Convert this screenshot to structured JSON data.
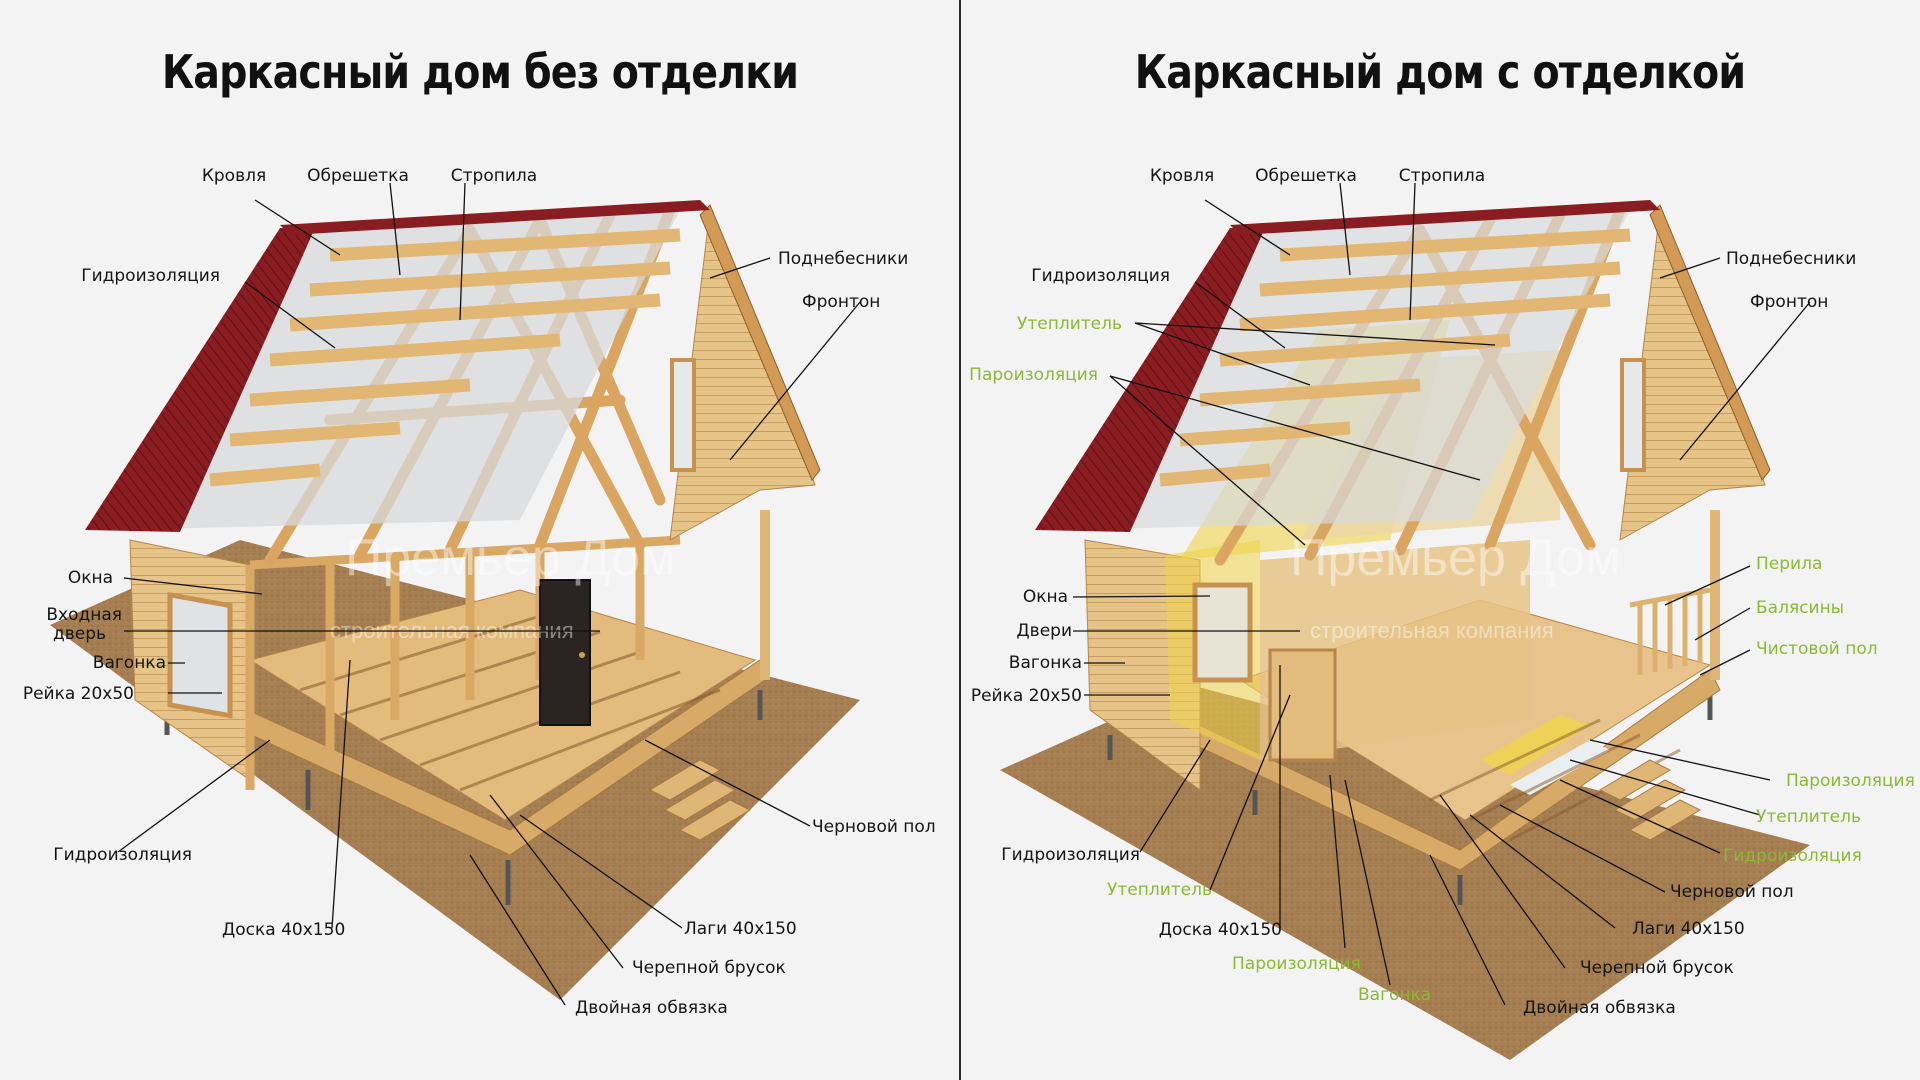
{
  "titles": {
    "left": "Каркасный дом без отделки",
    "right": "Каркасный дом с отделкой"
  },
  "watermark": {
    "brand": "Премьер Дом",
    "tagline": "строительная компания"
  },
  "left_labels": {
    "krovlya": "Кровля",
    "obreshetka": "Обрешетка",
    "stropila": "Стропила",
    "podnebesniki": "Поднебесники",
    "gidroizolyaciya_roof": "Гидроизоляция",
    "fronton": "Фронтон",
    "okna": "Окна",
    "vhodnaya_dver_1": "Входная",
    "vhodnaya_dver_2": "дверь",
    "vagonka": "Вагонка",
    "reyka": "Рейка 20x50",
    "gidroizolyaciya_base": "Гидроизоляция",
    "chernovoy_pol": "Черновой пол",
    "doska": "Доска 40x150",
    "lagi": "Лаги 40x150",
    "cherepnoy_brusok": "Черепной брусок",
    "dvoynaya_obvyazka": "Двойная обвязка"
  },
  "right_labels": {
    "krovlya": "Кровля",
    "obreshetka": "Обрешетка",
    "stropila": "Стропила",
    "podnebesniki": "Поднебесники",
    "gidroizolyaciya_roof": "Гидроизоляция",
    "fronton": "Фронтон",
    "uteplitel_roof": "Утеплитель",
    "paroizolyaciya_roof": "Пароизоляция",
    "okna": "Окна",
    "dveri": "Двери",
    "vagonka": "Вагонка",
    "reyka": "Рейка 20x50",
    "perila": "Перила",
    "balyasiny": "Балясины",
    "chistovoy_pol": "Чистовой пол",
    "paroizolyaciya_floor": "Пароизоляция",
    "uteplitel_floor": "Утеплитель",
    "gidroizolyaciya_floor": "Гидроизоляция",
    "gidroizolyaciya_base": "Гидроизоляция",
    "chernovoy_pol": "Черновой пол",
    "uteplitel_wall": "Утеплитель",
    "lagi": "Лаги 40x150",
    "doska": "Доска 40x150",
    "cherepnoy_brusok": "Черепной брусок",
    "paroizolyaciya_wall": "Пароизоляция",
    "vagonka_inner": "Вагонка",
    "dvoynaya_obvyazka": "Двойная обвязка"
  },
  "colors": {
    "background": "#f3f3f3",
    "roof": "#8a1d22",
    "wood": "#e3bb7c",
    "wood_dark": "#c7965a",
    "ground": "#a07a4e",
    "insulation": "#f0d44a",
    "label_text": "#141414",
    "label_green": "#8cb836"
  }
}
